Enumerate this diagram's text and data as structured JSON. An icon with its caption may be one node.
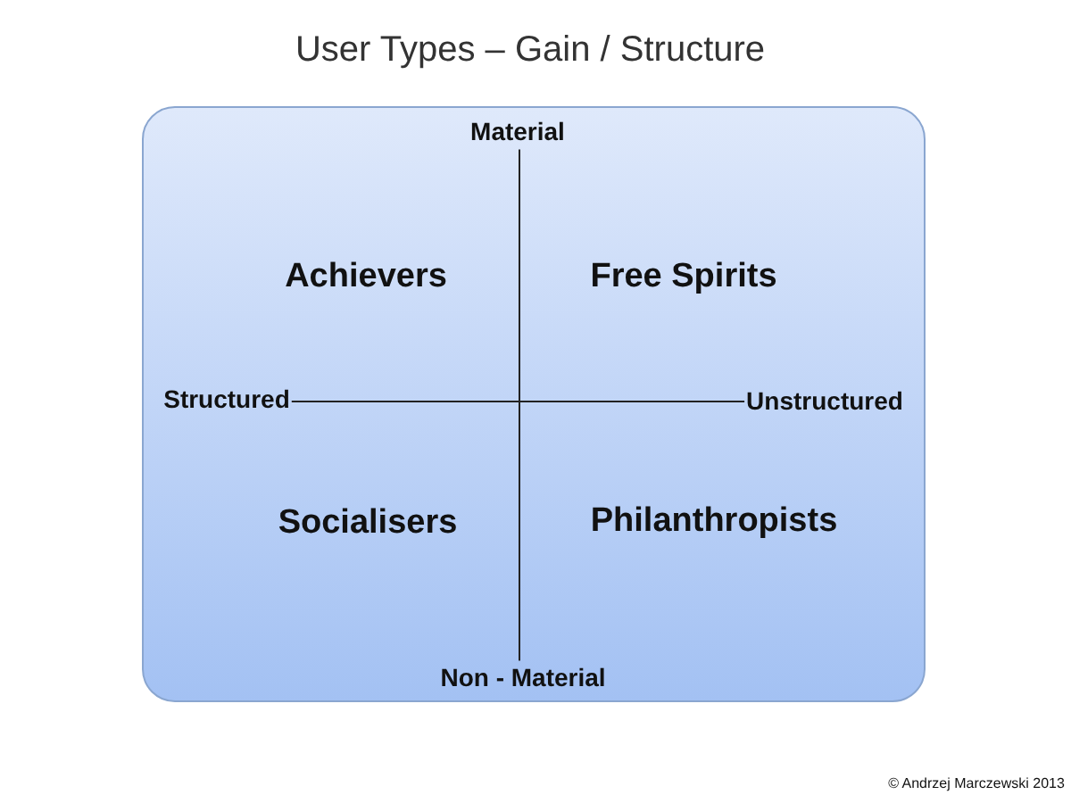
{
  "diagram": {
    "title": "User Types – Gain / Structure",
    "labels": [
      "Material",
      "Achievers",
      "Free Spirits",
      "Structured",
      "Unstructured",
      "Socialisers",
      "Philanthropists",
      "Non - Material",
      "© Andrzej Marczewski 2013"
    ]
  }
}
